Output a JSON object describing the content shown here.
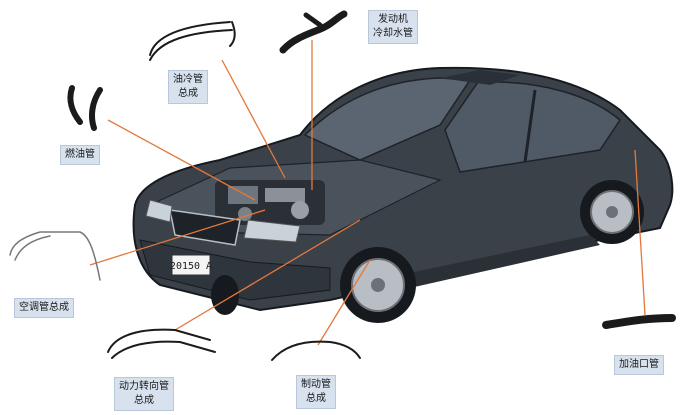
{
  "diagram": {
    "colors": {
      "label_bg": "#d7e2ee",
      "leader_line": "#e4783c",
      "car_body": "#3b4148",
      "car_dark": "#22272d",
      "hose": "#1b1b1b",
      "chrome": "#b9bec4"
    },
    "license_plate": "20150 A",
    "labels": {
      "engine_coolant_hose": {
        "line1": "发动机",
        "line2": "冷却水管"
      },
      "oil_cooler_hose": {
        "line1": "油冷管",
        "line2": "总成"
      },
      "fuel_hose": {
        "line1": "燃油管",
        "line2": ""
      },
      "ac_pipe": {
        "line1": "空调管总成",
        "line2": ""
      },
      "power_steering_hose": {
        "line1": "动力转向管",
        "line2": "总成"
      },
      "brake_hose": {
        "line1": "制动管",
        "line2": "总成"
      },
      "filler_neck_hose": {
        "line1": "加油口管",
        "line2": ""
      }
    }
  }
}
